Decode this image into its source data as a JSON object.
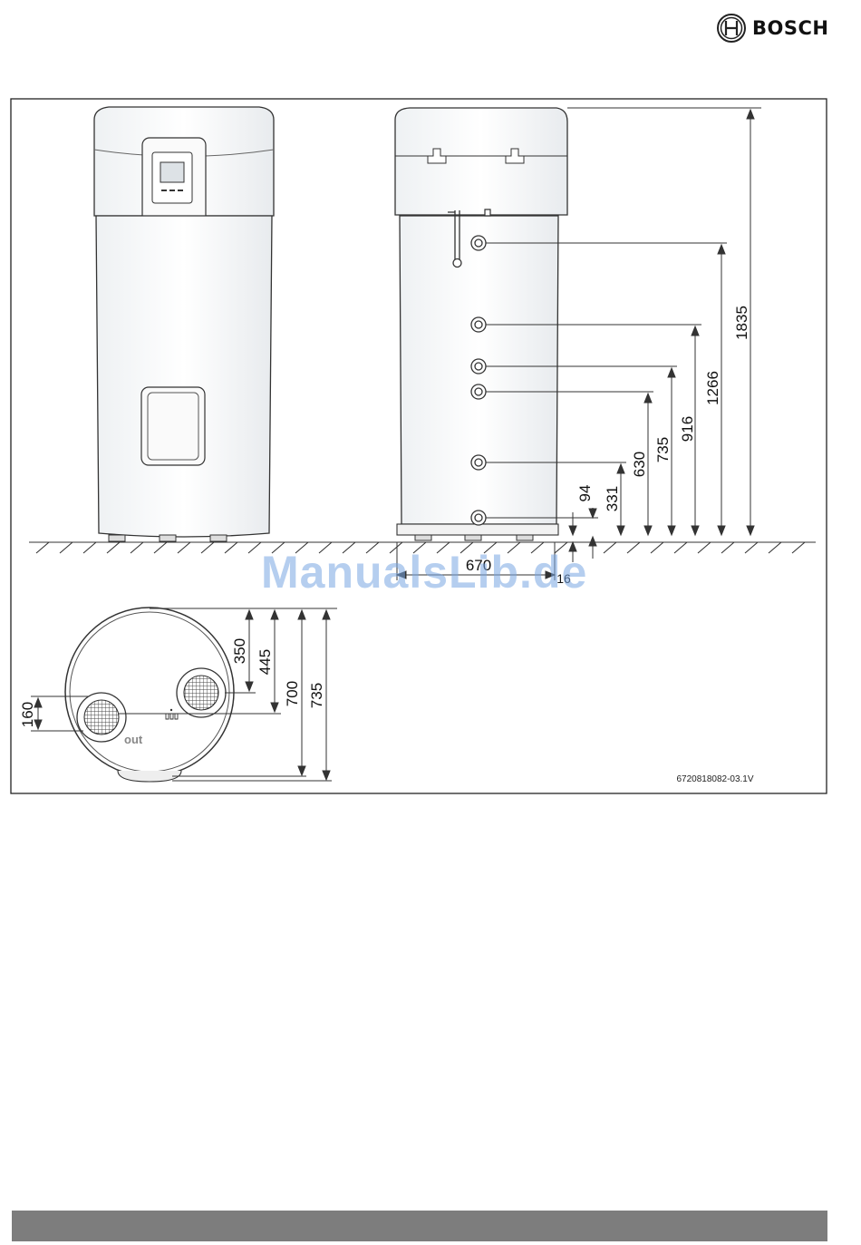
{
  "brand": {
    "name": "BOSCH"
  },
  "figure": {
    "code": "6720818082-03.1V",
    "side_heights": [
      "1835",
      "1266",
      "916",
      "735",
      "630",
      "331",
      "94"
    ],
    "base_dims": {
      "width": "670",
      "foot": "16"
    },
    "top_view_dims": [
      "350",
      "445",
      "700",
      "735"
    ],
    "top_view_offset": "160",
    "outlet_label": "out"
  },
  "watermark": "ManualsLib.de"
}
